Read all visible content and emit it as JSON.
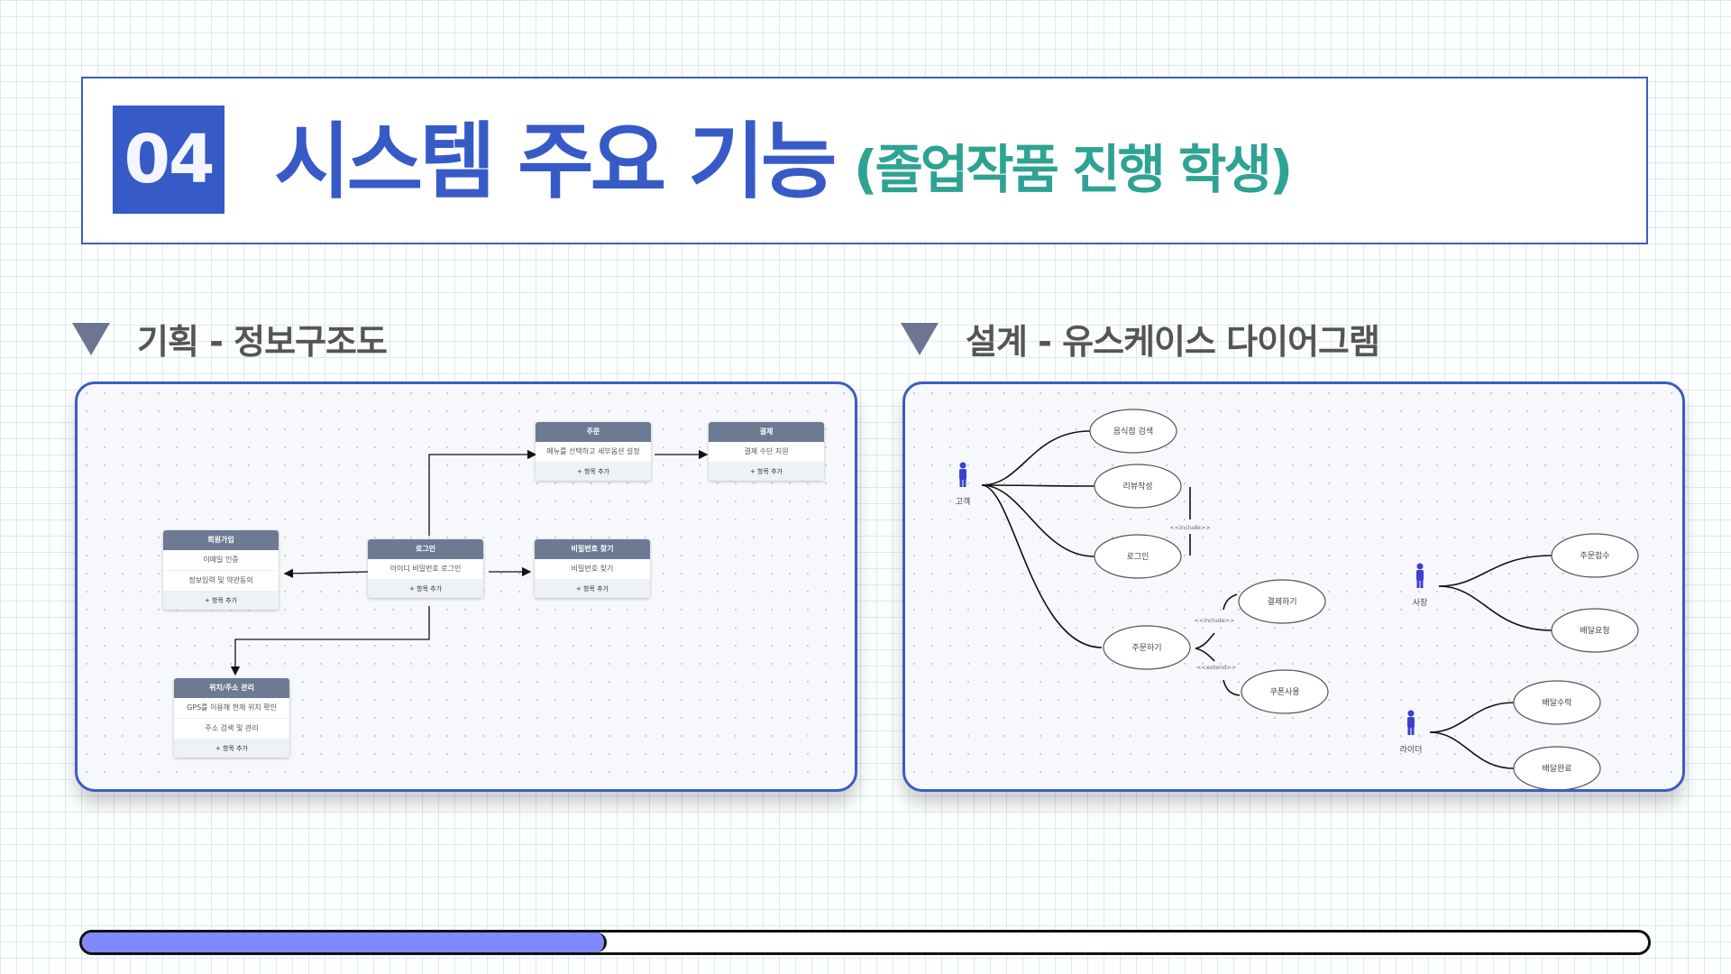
{
  "header": {
    "number": "04",
    "title": "시스템 주요 기능",
    "subtitle": "(졸업작품 진행 학생)",
    "colors": {
      "primary": "#375bc6",
      "accent": "#2ea393"
    }
  },
  "sections": {
    "left": {
      "icon": "triangle-down-icon",
      "title": "기획 - 정보구조도"
    },
    "right": {
      "icon": "triangle-down-icon",
      "title": "설계 - 유스케이스 다이어그램"
    }
  },
  "ia_diagram": {
    "add_label": "+ 항목 추가",
    "nodes": {
      "order": {
        "title": "주문",
        "items": [
          "메뉴를 선택하고 세부옵션 설정"
        ]
      },
      "payment": {
        "title": "결제",
        "items": [
          "결제 수단 지원"
        ]
      },
      "signup": {
        "title": "회원가입",
        "items": [
          "이메일 인증",
          "정보입력 및 약관동의"
        ]
      },
      "login": {
        "title": "로그인",
        "items": [
          "아이디 비밀번호 로그인"
        ]
      },
      "find_pw": {
        "title": "비밀번호 찾기",
        "items": [
          "비밀번호 찾기"
        ]
      },
      "location": {
        "title": "위치/주소 관리",
        "items": [
          "GPS를 이용해 현재 위치 확인",
          "주소 검색 및 관리"
        ]
      }
    }
  },
  "usecase_diagram": {
    "actors": {
      "customer": "고객",
      "owner": "사장",
      "rider": "라이더"
    },
    "usecases": {
      "search": "음식점 검색",
      "review": "리뷰작성",
      "login": "로그인",
      "order": "주문하기",
      "pay": "결제하기",
      "coupon": "쿠폰사용",
      "accept": "주문접수",
      "request": "배달요청",
      "take": "배달수락",
      "done": "배달완료"
    },
    "relations": {
      "include1": "<<include>>",
      "include2": "<<include>>",
      "extend": "<<extend>>"
    }
  },
  "progress": {
    "value_percent": 33.5,
    "fill_color": "#7f89fd"
  }
}
